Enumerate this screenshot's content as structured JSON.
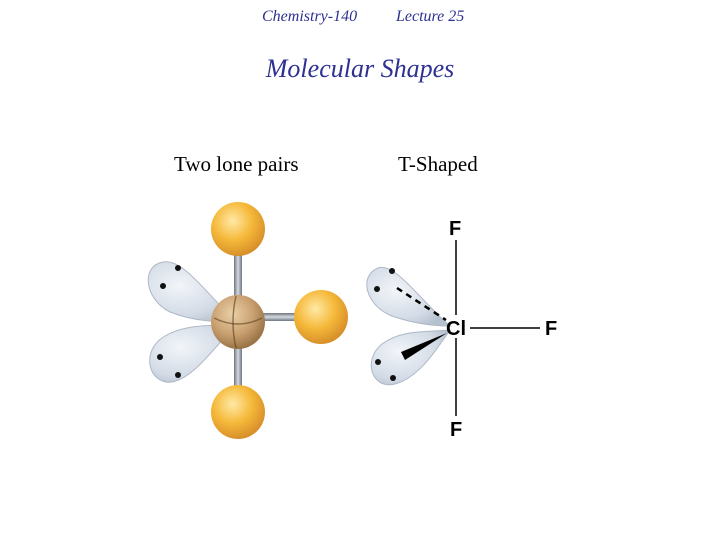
{
  "header": {
    "course": "Chemistry-140",
    "lecture": "Lecture 25"
  },
  "title": "Molecular Shapes",
  "labels": {
    "left": "Two lone pairs",
    "right": "T-Shaped"
  },
  "diagram": {
    "central_atom": "Cl",
    "axial_top": "F",
    "axial_bottom": "F",
    "equatorial": "F"
  },
  "colors": {
    "heading": "#2e3192",
    "ligand": "#f2b234",
    "central": "#c9a070",
    "lobe": "#d3dbe6",
    "bond": "#8a929c"
  }
}
